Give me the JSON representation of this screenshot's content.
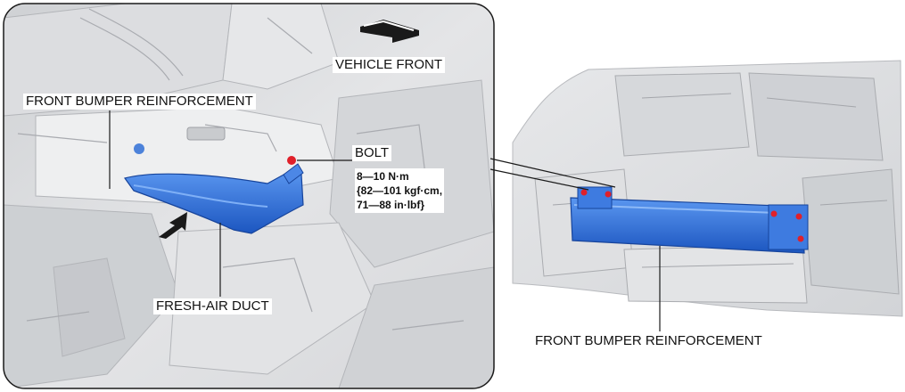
{
  "left_panel": {
    "labels": {
      "vehicle_front": "VEHICLE FRONT",
      "front_bumper_reinforcement": "FRONT BUMPER REINFORCEMENT",
      "bolt": "BOLT",
      "fresh_air_duct": "FRESH-AIR DUCT"
    },
    "torque_spec": {
      "line1": "8—10 N·m",
      "line2": "{82—101 kgf·cm,",
      "line3": "71—88 in·lbf}"
    }
  },
  "right_panel": {
    "labels": {
      "front_bumper_reinforcement": "FRONT BUMPER REINFORCEMENT"
    }
  },
  "colors": {
    "part_blue": "#2f6fd6",
    "bolt_red": "#e0202a",
    "engine_grey": "#d9dadc",
    "outline": "#1a1a1a"
  }
}
